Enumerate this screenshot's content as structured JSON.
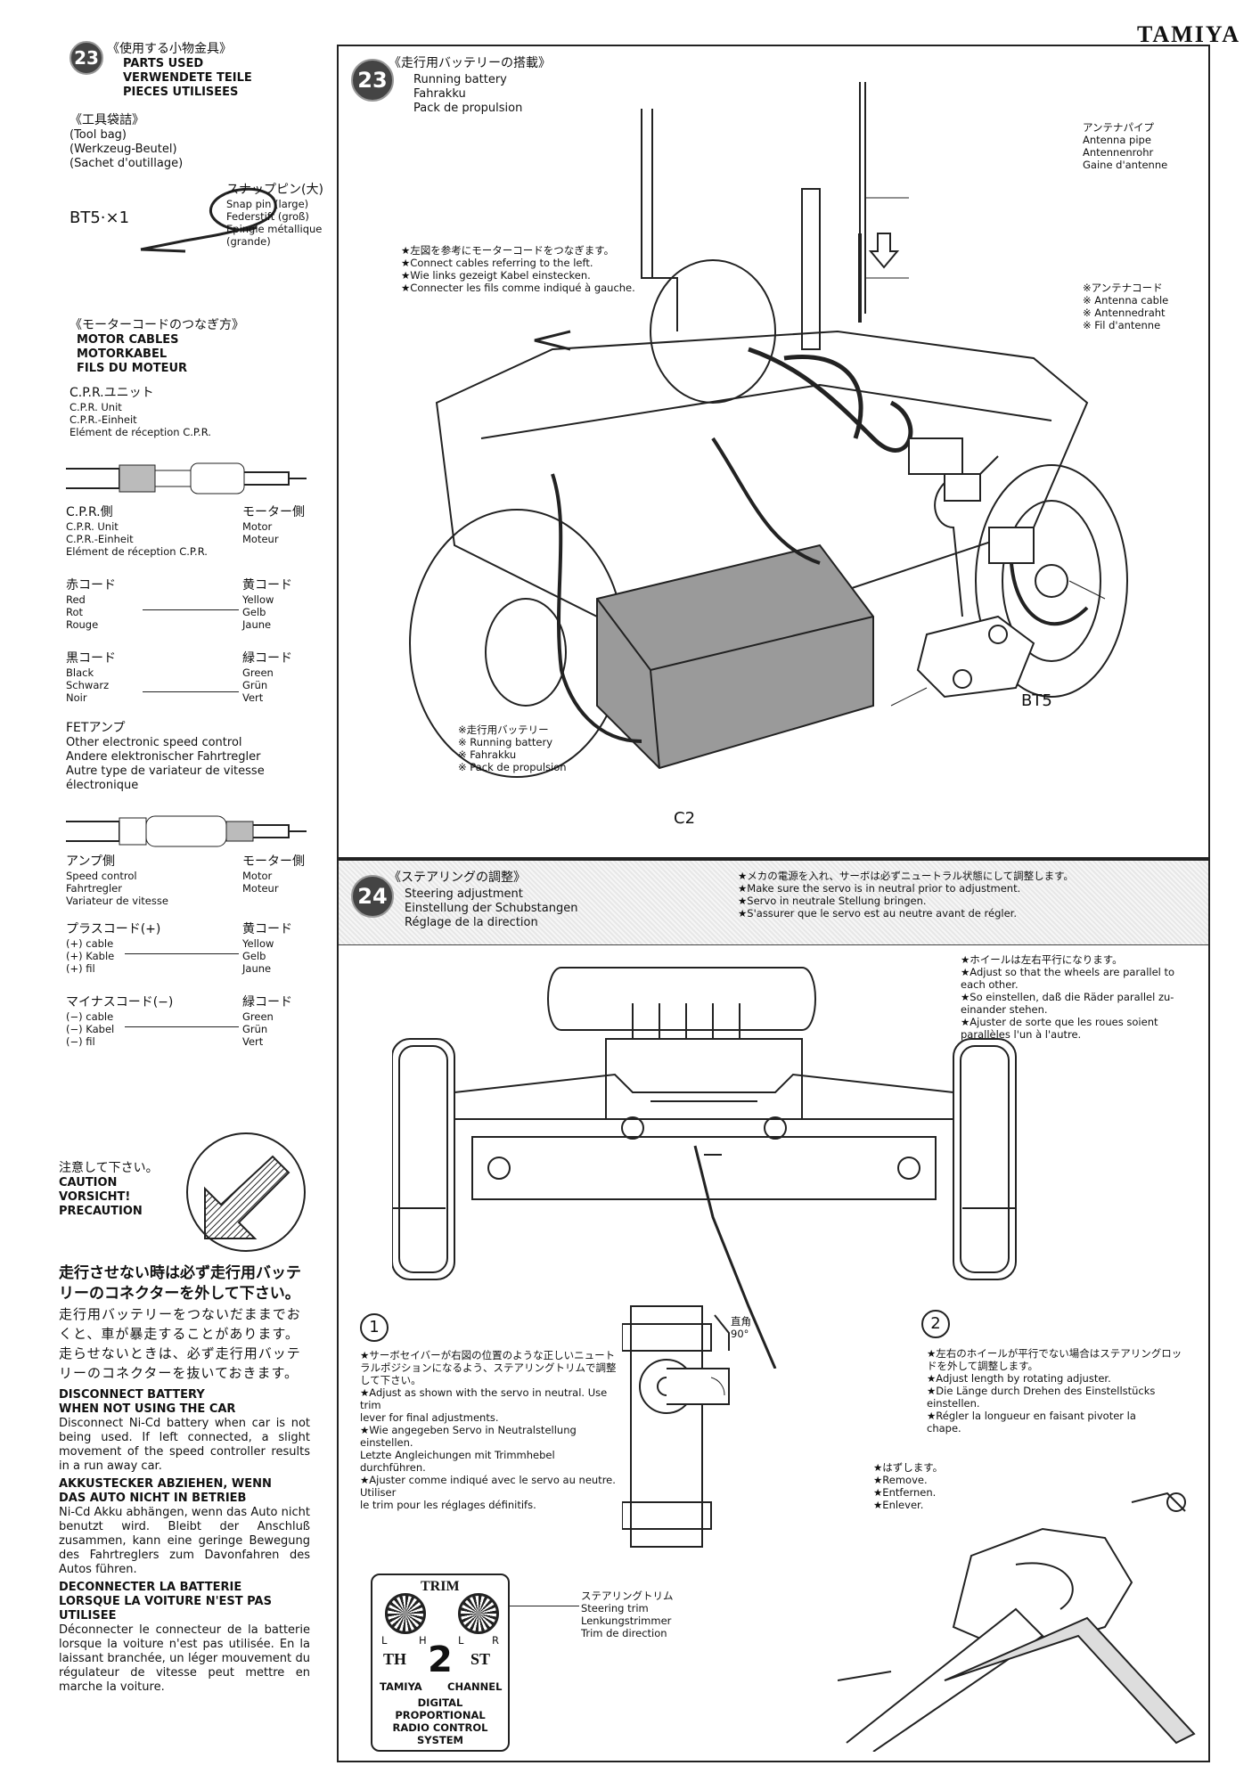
{
  "brand": "TAMIYA",
  "parts": {
    "step": "23",
    "title_jp": "《使用する小物金具》",
    "title_lines": "PARTS USED\nVERWENDETE TEILE\nPIECES UTILISEES",
    "toolbag_jp": "《工具袋詰》",
    "toolbag_lines": "(Tool bag)\n(Werkzeug-Beutel)\n(Sachet d'outillage)",
    "bt5_label": "BT5·×1",
    "snap_jp": "スナップピン(大)",
    "snap_lines": "Snap pin (large)\nFederstift (groß)\nEpingle métallique\n(grande)"
  },
  "motor": {
    "title_jp": "《モーターコードのつなぎ方》",
    "title_lines": "MOTOR CABLES\nMOTORKABEL\nFILS DU MOTEUR",
    "cpr_jp": "C.P.R.ユニット",
    "cpr_lines": "C.P.R. Unit\nC.P.R.-Einheit\nElément de réception C.P.R.",
    "cpr_side_jp": "C.P.R.側",
    "cpr_side_lines": "C.P.R. Unit\nC.P.R.-Einheit\nElément de réception C.P.R.",
    "motor_side_jp": "モーター側",
    "motor_side_lines": "Motor\nMoteur",
    "red_jp": "赤コード",
    "red_lines": "Red\nRot\nRouge",
    "yellow_jp": "黄コード",
    "yellow_lines": "Yellow\nGelb\nJaune",
    "black_jp": "黒コード",
    "black_lines": "Black\nSchwarz\nNoir",
    "green_jp": "緑コード",
    "green_lines": "Green\nGrün\nVert",
    "fet_jp": "FETアンプ",
    "fet_lines": "Other electronic speed control\nAndere elektronischer Fahrtregler\nAutre type de variateur de vitesse\nélectronique",
    "amp_side_jp": "アンプ側",
    "amp_side_lines": "Speed control\nFahrtregler\nVariateur de vitesse",
    "motor_side2_jp": "モーター側",
    "motor_side2_lines": "Motor\nMoteur",
    "plus_jp": "プラスコード(+)",
    "plus_lines": "(+) cable\n(+) Kable\n(+) fil",
    "yellow2_jp": "黄コード",
    "yellow2_lines": "Yellow\nGelb\nJaune",
    "minus_jp": "マイナスコード(−)",
    "minus_lines": "(−) cable\n(−) Kabel\n(−) fil",
    "green2_jp": "緑コード",
    "green2_lines": "Green\nGrün\nVert"
  },
  "caution": {
    "jp": "注意して下さい。",
    "lines": "CAUTION\nVORSICHT!\nPRECAUTION",
    "warn_jp_bold": "走行させない時は必ず走行用バッテリーのコネクターを外して下さい。",
    "warn_jp": "走行用バッテリーをつないだままでおくと、車が暴走することがあります。走らせないときは、必ず走行用バッテリーのコネクターを抜いておきます。",
    "en_title": "DISCONNECT BATTERY\nWHEN NOT USING THE CAR",
    "en_body": "Disconnect Ni-Cd battery when car is not being used. If left connected, a slight movement of the speed controller results in a run away car.",
    "de_title": "AKKUSTECKER ABZIEHEN, WENN\nDAS AUTO NICHT IN BETRIEB",
    "de_body": "Ni-Cd Akku abhängen, wenn das Auto nicht benutzt wird. Bleibt der Anschluß zusammen, kann eine geringe Bewegung des Fahrtreglers zum Davonfahren des Autos führen.",
    "fr_title": "DECONNECTER LA BATTERIE\nLORSQUE LA VOITURE N'EST PAS\nUTILISEE",
    "fr_body": "Déconnecter le connecteur de la batterie lorsque la voiture n'est pas utilisée. En la laissant branchée, un léger mouvement du régulateur de vitesse peut mettre en marche la voiture."
  },
  "step23": {
    "num": "23",
    "title_jp": "《走行用バッテリーの搭載》",
    "title_lines": "Running battery\nFahrakku\nPack de propulsion",
    "antenna_jp": "アンテナパイプ",
    "antenna_lines": "Antenna pipe\nAntennenrohr\nGaine d'antenne",
    "cable_jp": "※アンテナコード",
    "cable_lines": "※ Antenna cable\n※ Antennedraht\n※ Fil d'antenne",
    "note_jp": "★左図を参考にモーターコードをつなぎます。",
    "note_lines": "★Connect cables referring to the left.\n★Wie links gezeigt Kabel einstecken.\n★Connecter les fils comme indiqué à gauche.",
    "battery_jp": "※走行用バッテリー",
    "battery_lines": "※ Running battery\n※ Fahrakku\n※ Pack de propulsion",
    "bt5": "BT5",
    "c2": "C2"
  },
  "step24": {
    "num": "24",
    "title_jp": "《ステアリングの調整》",
    "title_lines": "Steering adjustment\nEinstellung der Schubstangen\nRéglage de la direction",
    "note_jp": "★メカの電源を入れ、サーボは必ずニュートラル状態にして調整します。",
    "note_lines": "★Make sure the servo is in neutral prior to adjustment.\n★Servo in neutrale Stellung bringen.\n★S'assurer que le servo est au neutre avant de régler.",
    "parallel_jp": "★ホイールは左右平行になります。",
    "parallel_lines": "★Adjust so that the wheels are parallel to\n  each other.\n★So einstellen, daß die Räder parallel zu-\n  einander stehen.\n★Ajuster de sorte que les roues soient\n  parallèles l'un à l'autre.",
    "angle_jp": "直角",
    "angle_deg": "90°",
    "n1": "1",
    "n2": "2",
    "s1_jp": "★サーボセイバーが右図の位置のような正しいニュートラルポジションになるよう、ステアリングトリムで調整して下さい。",
    "s1_lines": "★Adjust as shown with the servo in neutral. Use trim\n  lever for final adjustments.\n★Wie angegeben Servo in Neutralstellung einstellen.\n  Letzte Angleichungen mit Trimmhebel durchführen.\n★Ajuster comme indiqué avec le servo au neutre. Utiliser\n  le trim pour les réglages définitifs.",
    "s2_jp": "★左右のホイールが平行でない場合はステアリングロッドを外して調整します。",
    "s2_lines": "★Adjust length by rotating adjuster.\n★Die Länge durch Drehen des Einstellstücks\n  einstellen.\n★Régler la longueur en faisant pivoter la\n  chape.",
    "remove_jp": "★はずします。",
    "remove_lines": "★Remove.\n★Entfernen.\n★Enlever.",
    "trim_jp": "ステアリングトリム",
    "trim_lines": "Steering trim\nLenkungstrimmer\nTrim de direction",
    "tx_trim": "TRIM",
    "tx_th": "TH",
    "tx_st": "ST",
    "tx_l": "L",
    "tx_h": "H",
    "tx_l2": "L",
    "tx_r": "R",
    "tx_num": "2",
    "tx_brand": "TAMIYA",
    "tx_channel": "CHANNEL",
    "tx_lines": "DIGITAL PROPORTIONAL\nRADIO CONTROL\nSYSTEM"
  }
}
